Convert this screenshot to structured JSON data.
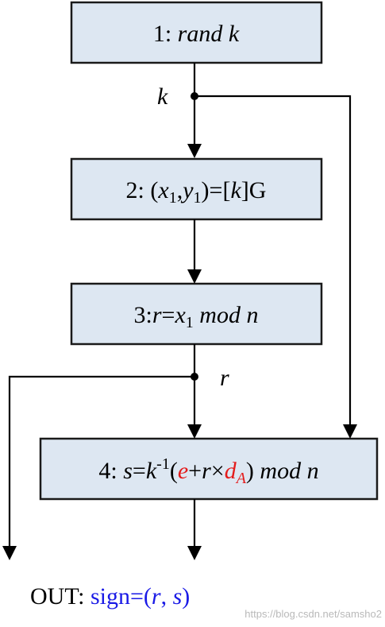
{
  "steps": {
    "s1": {
      "num": "1:",
      "text": "rand k"
    },
    "s2": {
      "num": "2:",
      "p1": "(",
      "x": "x",
      "sub1": "1",
      "comma": ",",
      "y": "y",
      "sub2": "1",
      "p2": ")=[",
      "k": "k",
      "p3": "]G"
    },
    "s3": {
      "num": "3:",
      "r": "r",
      "eq": "=",
      "x": "x",
      "sub": "1",
      "mod": "mod",
      "n": "n"
    },
    "s4": {
      "num": "4:",
      "s": "s",
      "eq": "=",
      "k": "k",
      "sup": "-1",
      "lp": "(",
      "e": "e",
      "plus": "+",
      "r": "r",
      "times": "×",
      "d": "d",
      "dsub": "A",
      "rp": ")",
      "mod": "mod",
      "n": "n"
    }
  },
  "labels": {
    "k": "k",
    "r": "r"
  },
  "output": {
    "prefix": "OUT:",
    "sign": "sign=(",
    "r": "r",
    "sep": ", ",
    "s": "s",
    "close": ")"
  },
  "watermark": "https://blog.csdn.net/samsho2",
  "colors": {
    "box_fill": "#dde7f2",
    "highlight_red": "#e41b1b",
    "output_blue": "#1a1ae6"
  }
}
